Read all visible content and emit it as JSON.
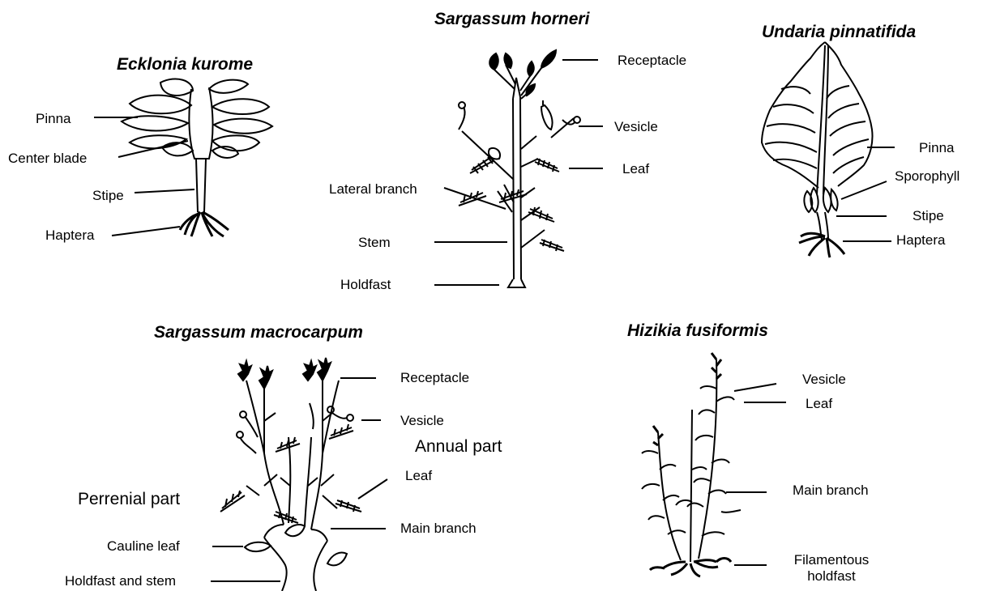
{
  "panels": {
    "ecklonia": {
      "title": "Ecklonia  kurome",
      "labels": {
        "pinna": "Pinna",
        "center_blade": "Center blade",
        "stipe": "Stipe",
        "haptera": "Haptera"
      }
    },
    "sargassum_horneri": {
      "title": "Sargassum horneri",
      "labels": {
        "receptacle": "Receptacle",
        "vesicle": "Vesicle",
        "leaf": "Leaf",
        "lateral_branch": "Lateral branch",
        "stem": "Stem",
        "holdfast": "Holdfast"
      }
    },
    "undaria": {
      "title": "Undaria  pinnatifida",
      "labels": {
        "pinna": "Pinna",
        "sporophyll": "Sporophyll",
        "stipe": "Stipe",
        "haptera": "Haptera"
      }
    },
    "sargassum_macrocarpum": {
      "title": "Sargassum  macrocarpum",
      "labels": {
        "receptacle": "Receptacle",
        "vesicle": "Vesicle",
        "annual_part": "Annual part",
        "leaf": "Leaf",
        "perrenial_part": "Perrenial part",
        "main_branch": "Main branch",
        "cauline_leaf": "Cauline leaf",
        "holdfast_and_stem": "Holdfast and stem"
      }
    },
    "hizikia": {
      "title": "Hizikia  fusiformis",
      "labels": {
        "vesicle": "Vesicle",
        "leaf": "Leaf",
        "main_branch": "Main branch",
        "filamentous_holdfast_line1": "Filamentous",
        "filamentous_holdfast_line2": "holdfast"
      }
    }
  }
}
